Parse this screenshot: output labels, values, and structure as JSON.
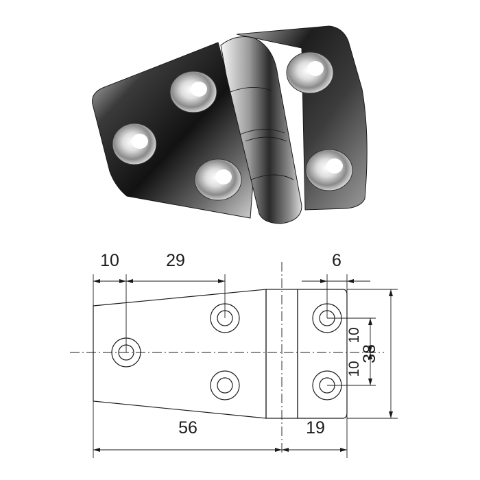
{
  "figure": {
    "subject": "stainless steel hinge",
    "photo_alt": "polished hinge with two leaves and five countersunk holes"
  },
  "dimensions": {
    "d_left_hole": "10",
    "d_hole_spacing": "29",
    "d_right_hole": "6",
    "d_vertical_10_top": "10",
    "d_vertical_10_bottom": "10",
    "d_height": "38",
    "d_left_leaf_length": "56",
    "d_right_leaf_length": "19"
  },
  "colors": {
    "line": "#1a1a1a",
    "metal_dark": "#2b2b2b",
    "metal_light": "#e8e8e8"
  }
}
